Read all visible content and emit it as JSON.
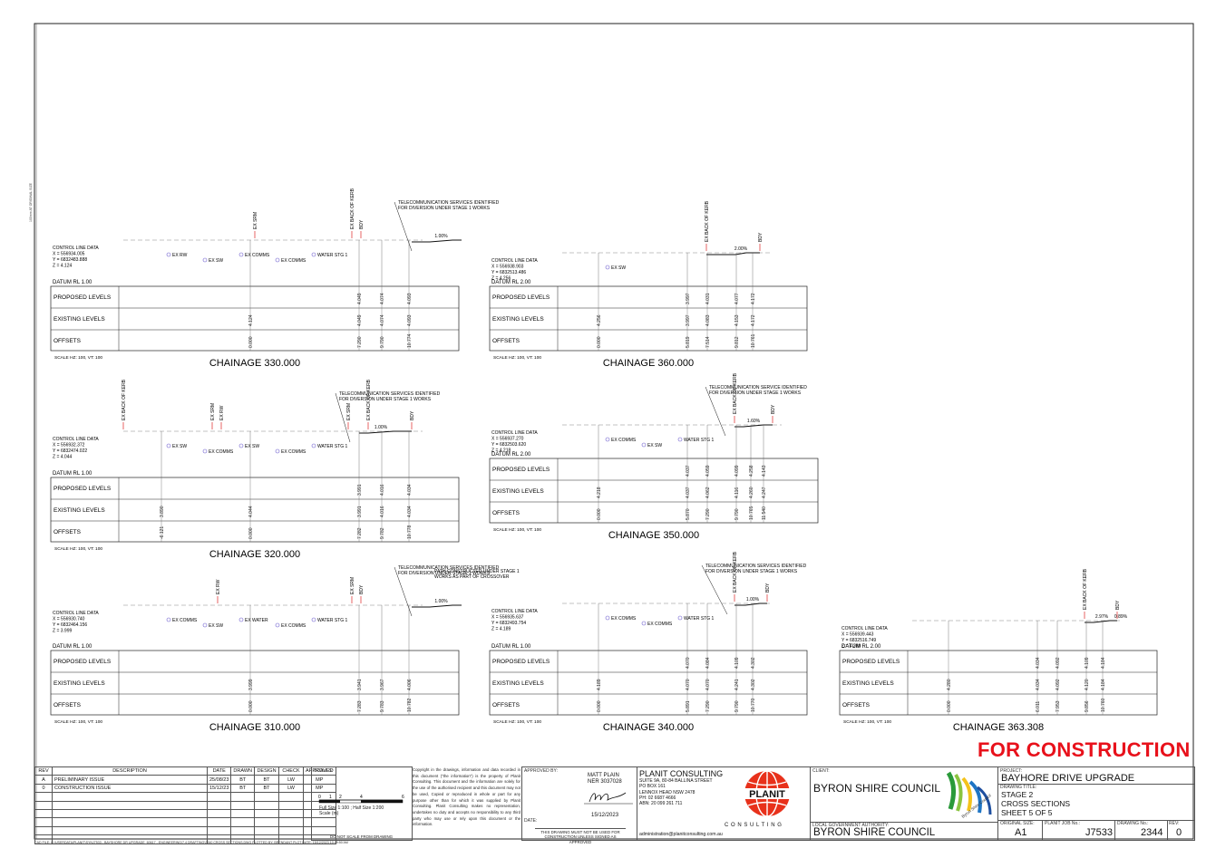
{
  "side_note": "100mm AT ORIGINAL SIZE",
  "for_construction": "FOR CONSTRUCTION",
  "row_labels": {
    "proposed": "PROPOSED LEVELS",
    "existing": "EXISTING LEVELS",
    "offsets": "OFFSETS"
  },
  "control_line_label": "CONTROL LINE DATA",
  "sections": [
    {
      "id": "ch330",
      "title": "CHAINAGE 330.000",
      "scale": "SCALE HZ: 100, VT: 100",
      "datum": "DATUM RL 1.00",
      "control": [
        "X = 556934.005",
        "Y = 6832483.888",
        "Z = 4.124"
      ],
      "grade": "1.00%",
      "grade2": "",
      "callout": "TELECOMMUNICATION SERVICES IDENTIFIED\nFOR DIVERSION UNDER STAGE 1 WORKS",
      "markers": [
        "EX SRM",
        "EX BACK OF KERB",
        "BDY"
      ],
      "services": [
        "EX RW",
        "EX SW",
        "EX COMMS",
        "EX COMMS",
        "WATER STG 1"
      ],
      "proposed": [
        "4.049",
        "4.074",
        "4.093"
      ],
      "existing": [
        "4.124",
        "4.049",
        "4.074",
        "4.093"
      ],
      "offsets": [
        "0.000",
        "7.290",
        "9.790",
        "10.774"
      ]
    },
    {
      "id": "ch360",
      "title": "CHAINAGE 360.000",
      "scale": "SCALE HZ: 100, VT: 100",
      "datum": "DATUM RL 2.00",
      "control": [
        "X = 556938.903",
        "Y = 6832513.486",
        "Z = 4.256"
      ],
      "grade": "2.00%",
      "grade2": "",
      "callout": "",
      "markers": [
        "EX BACK OF KERB",
        "BDY"
      ],
      "services": [
        "EX SW"
      ],
      "proposed": [
        "3.997",
        "4.031",
        "4.077",
        "4.172"
      ],
      "existing": [
        "4.256",
        "3.997",
        "4.083",
        "4.153",
        "4.172"
      ],
      "offsets": [
        "0.000",
        "5.819",
        "7.514",
        "9.812",
        "10.761"
      ]
    },
    {
      "id": "ch320",
      "title": "CHAINAGE 320.000",
      "scale": "SCALE HZ: 100, VT: 100",
      "datum": "DATUM RL 1.00",
      "control": [
        "X = 556932.372",
        "Y = 6832474.022",
        "Z = 4.044"
      ],
      "grade": "1.00%",
      "grade2": "",
      "callout": "TELECOMMUNICATION SERVICES IDENTIFIED\nFOR DIVERSION UNDER STAGE 1 WORKS",
      "markers": [
        "EX BACK OF KERB",
        "EX SRM",
        "EX RW",
        "EX SRM",
        "EX BACK OF KERB",
        "BDY"
      ],
      "services": [
        "EX SW",
        "EX COMMS",
        "EX SW",
        "EX COMMS",
        "WATER STG 1"
      ],
      "proposed": [
        "3.991",
        "4.016",
        "4.034"
      ],
      "existing": [
        "3.890",
        "4.044",
        "3.991",
        "4.016",
        "4.034"
      ],
      "offsets": [
        "-6.121",
        "0.000",
        "7.282",
        "9.782",
        "10.778"
      ]
    },
    {
      "id": "ch350",
      "title": "CHAINAGE 350.000",
      "scale": "SCALE HZ: 100, VT: 100",
      "datum": "DATUM RL 2.00",
      "control": [
        "X = 556937.270",
        "Y = 6832503.620",
        "Z = 4.218"
      ],
      "grade": "1.60%",
      "grade2": "",
      "callout": "TELECOMMUNICATION SERVICE IDENTIFIED\nFOR DIVERSION UNDER STAGE 1 WORKS",
      "markers": [
        "EX BACK OF KERB",
        "BDY"
      ],
      "services": [
        "EX COMMS",
        "EX SW",
        "WATER STG 1"
      ],
      "proposed": [
        "4.037",
        "4.059",
        "4.099",
        "4.258",
        "4.143"
      ],
      "existing": [
        "4.218",
        "4.037",
        "4.062",
        "4.116",
        "4.260",
        "4.247"
      ],
      "offsets": [
        "0.000",
        "5.870",
        "7.290",
        "9.790",
        "10.765",
        "11.540"
      ]
    },
    {
      "id": "ch310",
      "title": "CHAINAGE 310.000",
      "scale": "SCALE HZ: 100, VT: 100",
      "datum": "DATUM RL 1.00",
      "control": [
        "X = 556930.740",
        "Y = 6832464.156",
        "Z = 3.999"
      ],
      "grade": "1.00%",
      "grade2": "",
      "callout": "TELECOMMUNICATION SERVICES IDENTIFIED\nFOR DIVERSION UNDER STAGE 1 WORKS",
      "callout2": "PATH CONSTRUCTED UNDER STAGE 1\nWORKS AS PART OF CROSSOVER",
      "markers": [
        "EX RW",
        "EX SRM",
        "BDY"
      ],
      "services": [
        "EX COMMS",
        "EX SW",
        "EX WATER",
        "EX COMMS",
        "WATER STG 1"
      ],
      "proposed": [],
      "existing": [
        "3.999",
        "3.941",
        "3.967",
        "4.006"
      ],
      "offsets": [
        "0.000",
        "7.283",
        "9.783",
        "10.782"
      ]
    },
    {
      "id": "ch340",
      "title": "CHAINAGE 340.000",
      "scale": "SCALE HZ: 100, VT: 100",
      "datum": "DATUM RL 1.00",
      "control": [
        "X = 556935.637",
        "Y = 6832493.754",
        "Z = 4.189"
      ],
      "grade": "1.00%",
      "grade2": "",
      "callout": "TELECOMMUNICATION SERVICES IDENTIFIED\nFOR DIVERSION UNDER STAGE 1 WORKS",
      "markers": [
        "EX BACK OF KERB",
        "BDY"
      ],
      "services": [
        "EX COMMS",
        "EX COMMS",
        "WATER STG 1"
      ],
      "proposed": [
        "4.070",
        "4.084",
        "4.109",
        "4.302"
      ],
      "existing": [
        "4.189",
        "4.070",
        "4.070",
        "4.241",
        "4.302"
      ],
      "offsets": [
        "0.000",
        "5.891",
        "7.290",
        "9.790",
        "10.770"
      ]
    },
    {
      "id": "ch363",
      "title": "CHAINAGE 363.308",
      "scale": "SCALE HZ: 100, VT: 100",
      "datum": "DATUM RL 2.00",
      "control": [
        "X = 556939.443",
        "Y = 6832516.749",
        "Z = 4.280"
      ],
      "grade": "2.97%",
      "grade2": "0.89%",
      "callout": "",
      "markers": [
        "EX BACK OF KERB",
        "BDY"
      ],
      "services": [],
      "proposed": [
        "4.034",
        "4.092",
        "4.109",
        "4.184"
      ],
      "existing": [
        "4.280",
        "4.034",
        "4.092",
        "4.120",
        "4.184"
      ],
      "offsets": [
        "0.000",
        "6.011",
        "7.953",
        "9.856",
        "10.760"
      ]
    }
  ],
  "revisions": {
    "headers": [
      "REV",
      "DESCRIPTION",
      "DATE",
      "DRAWN",
      "DESIGN",
      "CHECK",
      "APPROVED"
    ],
    "rows": [
      [
        "A",
        "PRELIMINARY ISSUE",
        "25/08/23",
        "BT",
        "BT",
        "LW",
        "MP"
      ],
      [
        "0",
        "CONSTRUCTION ISSUE",
        "15/12/23",
        "BT",
        "BT",
        "LW",
        "MP"
      ]
    ]
  },
  "scales": {
    "label": "SCALES:",
    "ticks": [
      "0",
      "1",
      "2",
      "4",
      "6"
    ],
    "full": "Full Size 1:100 ; Half Size 1:200",
    "unit": "Scale (m)",
    "note": "DO NOT SCALE FROM DRAWING"
  },
  "copyright": "Copyright in the drawings, information and data recorded in this document (\"the information\") is the property of Planit Consulting. This document and the information are solely for the use of the authorised recipient and this document may not be used, Copied or reproduced in whole or part for any purpose other than for which it was supplied by Planit Consulting. Planit Consulting makes no representation, undertakes no duty and accepts no responsibility to any third party who may use or rely upon this document or the information.",
  "approval": {
    "label": "APPROVED BY:",
    "name": "MATT PLAIN",
    "ner": "NER 3037028",
    "date_label": "DATE:",
    "date": "15/12/2023",
    "warning": "THIS DRAWING MUST NOT BE USED FOR CONSTRUCTION UNLESS SIGNED AS APPROVED"
  },
  "consultant": {
    "name": "PLANIT CONSULTING",
    "address": [
      "SUITE 9A, 80-84 BALLINA STREET",
      "PO BOX 161",
      "LENNOX HEAD NSW 2478",
      "PH: 02 6687 4666",
      "ABN: 20 099 261 711"
    ],
    "email": "administration@planitconsulting.com.au",
    "logo_word": "PLANIT",
    "logo_sub": "C O N S U L T I N G"
  },
  "client": {
    "label": "CLIENT:",
    "name": "BYRON SHIRE COUNCIL",
    "lga_label": "LOCAL GOVERNMENT AUTHORITY:",
    "lga": "BYRON SHIRE COUNCIL",
    "logo_text": "Byron Shire Council"
  },
  "project": {
    "label": "PROJECT:",
    "name": "BAYHORE DRIVE UPGRADE",
    "title_label": "DRAWING TITLE:",
    "title_lines": [
      "STAGE 2",
      "CROSS SECTIONS",
      "SHEET 5 OF 5"
    ]
  },
  "meta": {
    "size_label": "ORIGINAL SIZE:",
    "size": "A1",
    "job_label": "PLANIT JOB No.:",
    "job": "J7533",
    "dwg_label": "DRAWING No.:",
    "dwg": "2344",
    "rev_label": "REV:",
    "rev": "0"
  },
  "cad_file": "CAD FILE: G:\\USERDATA\\PLANIT\\SYNJ7533 - BAYSHORE DR UPGRADE_60617 - ENGINEERING\\7.4 DRAFTING\\2340 CROSS SECTIONS.DWG PLOTTED BY: BRENDANT  PLOT DATE: 15/12/2023 10:49:50 AM"
}
